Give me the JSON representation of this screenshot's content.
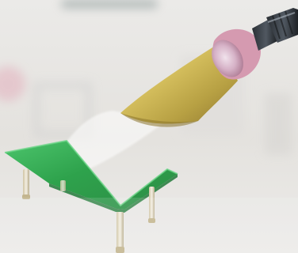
{
  "scene": {
    "description_tags": [
      "flashlight",
      "light-beam",
      "table",
      "shadow"
    ],
    "colors": {
      "background": "#e9e8e6",
      "table_top": "#2ea24c",
      "table_top_light": "#4fc36a",
      "beam_warm": "#e8d66a",
      "beam_shadow": "#a88f2f",
      "flashlight_body": "#2f3338",
      "flashlight_ring": "#d59ab0"
    }
  }
}
